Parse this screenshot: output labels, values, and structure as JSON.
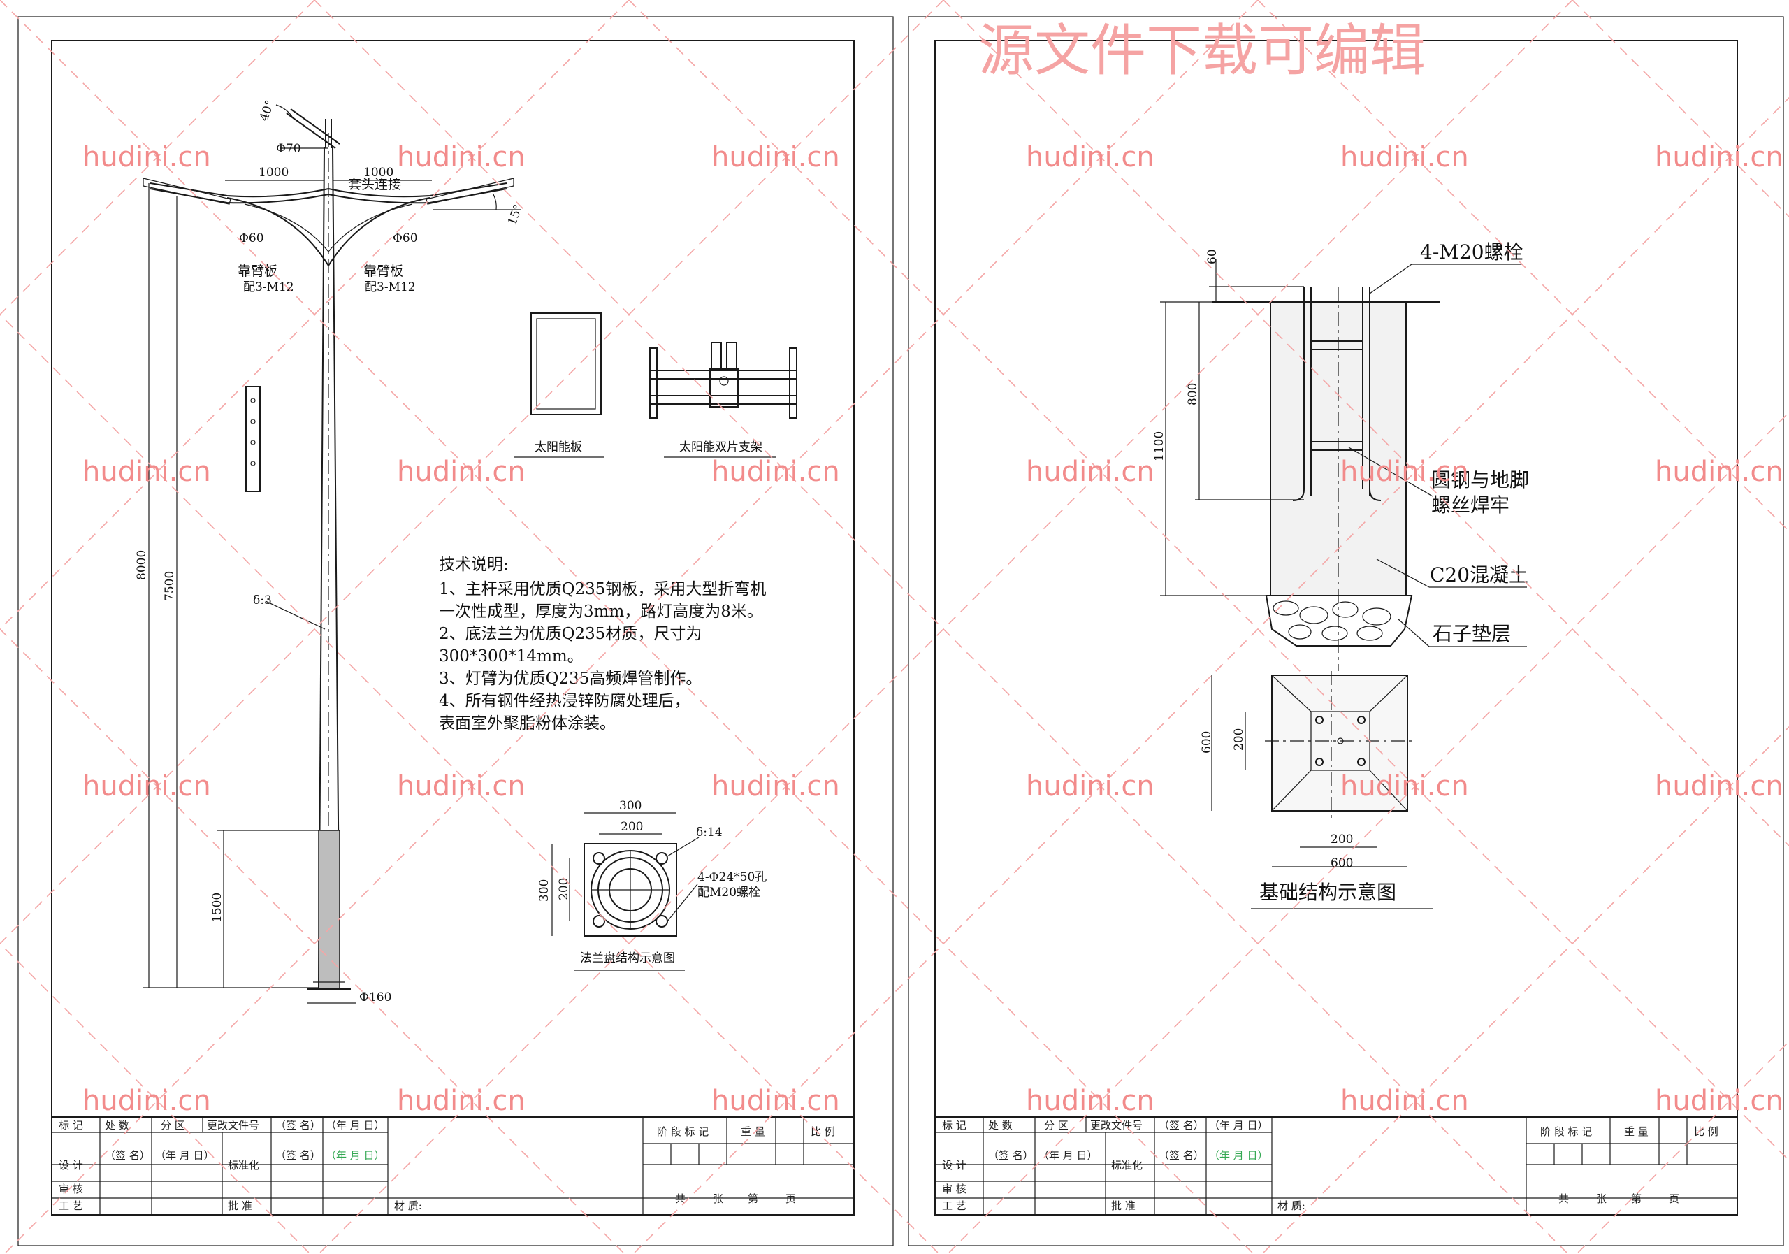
{
  "left_sheet": {
    "pole": {
      "angle_top": "40°",
      "dia_top": "Φ70",
      "dia_arm_left": "Φ60",
      "dia_arm_right": "Φ60",
      "dia_base": "Φ160",
      "arm_left_len": "1000",
      "arm_right_len": "1000",
      "sleeve_label": "套头连接",
      "arm_angle": "15°",
      "arm_plate_left": "靠臂板",
      "arm_plate_left_sub": "配3-M12",
      "arm_plate_right": "靠臂板",
      "arm_plate_right_sub": "配3-M12",
      "thickness": "δ:3",
      "height_total": "8000",
      "height_light": "7500",
      "height_base": "1500"
    },
    "solar_panel_caption": "太阳能板",
    "solar_bracket_caption": "太阳能双片支架",
    "tech_notes": {
      "title": "技术说明:",
      "lines": [
        "1、主杆采用优质Q235钢板，采用大型折弯机",
        "一次性成型，厚度为3mm，路灯高度为8米。",
        "2、底法兰为优质Q235材质，尺寸为",
        "300*300*14mm。",
        "3、灯臂为优质Q235高频焊管制作。",
        "4、所有钢件经热浸锌防腐处理后，",
        "表面室外聚脂粉体涂装。"
      ]
    },
    "flange": {
      "outer": "300",
      "inner": "200",
      "side_outer": "300",
      "side_inner": "200",
      "thickness": "δ:14",
      "holes": "4-Φ24*50孔",
      "bolts": "配M20螺栓",
      "caption": "法兰盘结构示意图"
    }
  },
  "right_sheet": {
    "bolt_label": "4-M20螺栓",
    "dim_60": "60",
    "dim_800": "800",
    "dim_1100": "1100",
    "weld_label_1": "圆钢与地脚",
    "weld_label_2": "螺丝焊牢",
    "concrete_label": "C20混凝土",
    "gravel_label": "石子垫层",
    "plan_dim_600_side": "600",
    "plan_dim_200_side": "200",
    "plan_dim_200_bottom": "200",
    "plan_dim_600_bottom": "600",
    "caption": "基础结构示意图"
  },
  "title_block": {
    "r1": [
      "标 记",
      "处 数",
      "分 区",
      "更改文件号",
      "（签 名）",
      "（年 月 日）"
    ],
    "design": "设 计",
    "sign": "（签 名）",
    "date": "（年 月 日）",
    "standard": "标准化",
    "sign2": "（签 名）",
    "date2": "（年 月 日）",
    "review": "审 核",
    "craft": "工 艺",
    "approve": "批 准",
    "material": "材 质:",
    "stage": "阶 段 标 记",
    "weight": "重 量",
    "scale": "比 例",
    "total": "共",
    "sheet": "张",
    "page": "第",
    "page_unit": "页"
  },
  "watermark": {
    "site": "hudini.cn",
    "banner": "源文件下载可编辑"
  }
}
